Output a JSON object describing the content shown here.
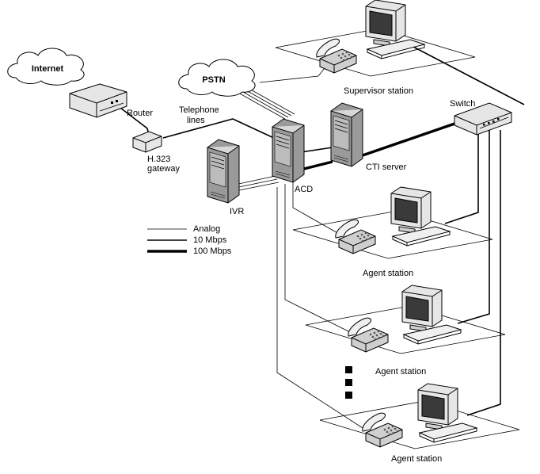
{
  "labels": {
    "internet": "Internet",
    "pstn": "PSTN",
    "router": "Router",
    "gateway_line1": "H.323",
    "gateway_line2": "gateway",
    "telephone_line1": "Telephone",
    "telephone_line2": "lines",
    "acd": "ACD",
    "ivr": "IVR",
    "cti_server": "CTI server",
    "switch": "Switch",
    "supervisor_station": "Supervisor station",
    "agent_station_1": "Agent station",
    "agent_station_2": "Agent station",
    "agent_station_3": "Agent station"
  },
  "legend": {
    "analog": "Analog",
    "mbps10": "10 Mbps",
    "mbps100": "100 Mbps"
  },
  "icons": [
    "cloud-icon",
    "router-icon",
    "gateway-icon",
    "server-tower-icon",
    "switch-icon",
    "computer-icon",
    "telephone-icon"
  ],
  "colors": {
    "line": "#000000",
    "background": "#ffffff",
    "device_light": "#e6e6e6",
    "device_dark": "#9a9a9a",
    "screen": "#3a3a3a"
  }
}
